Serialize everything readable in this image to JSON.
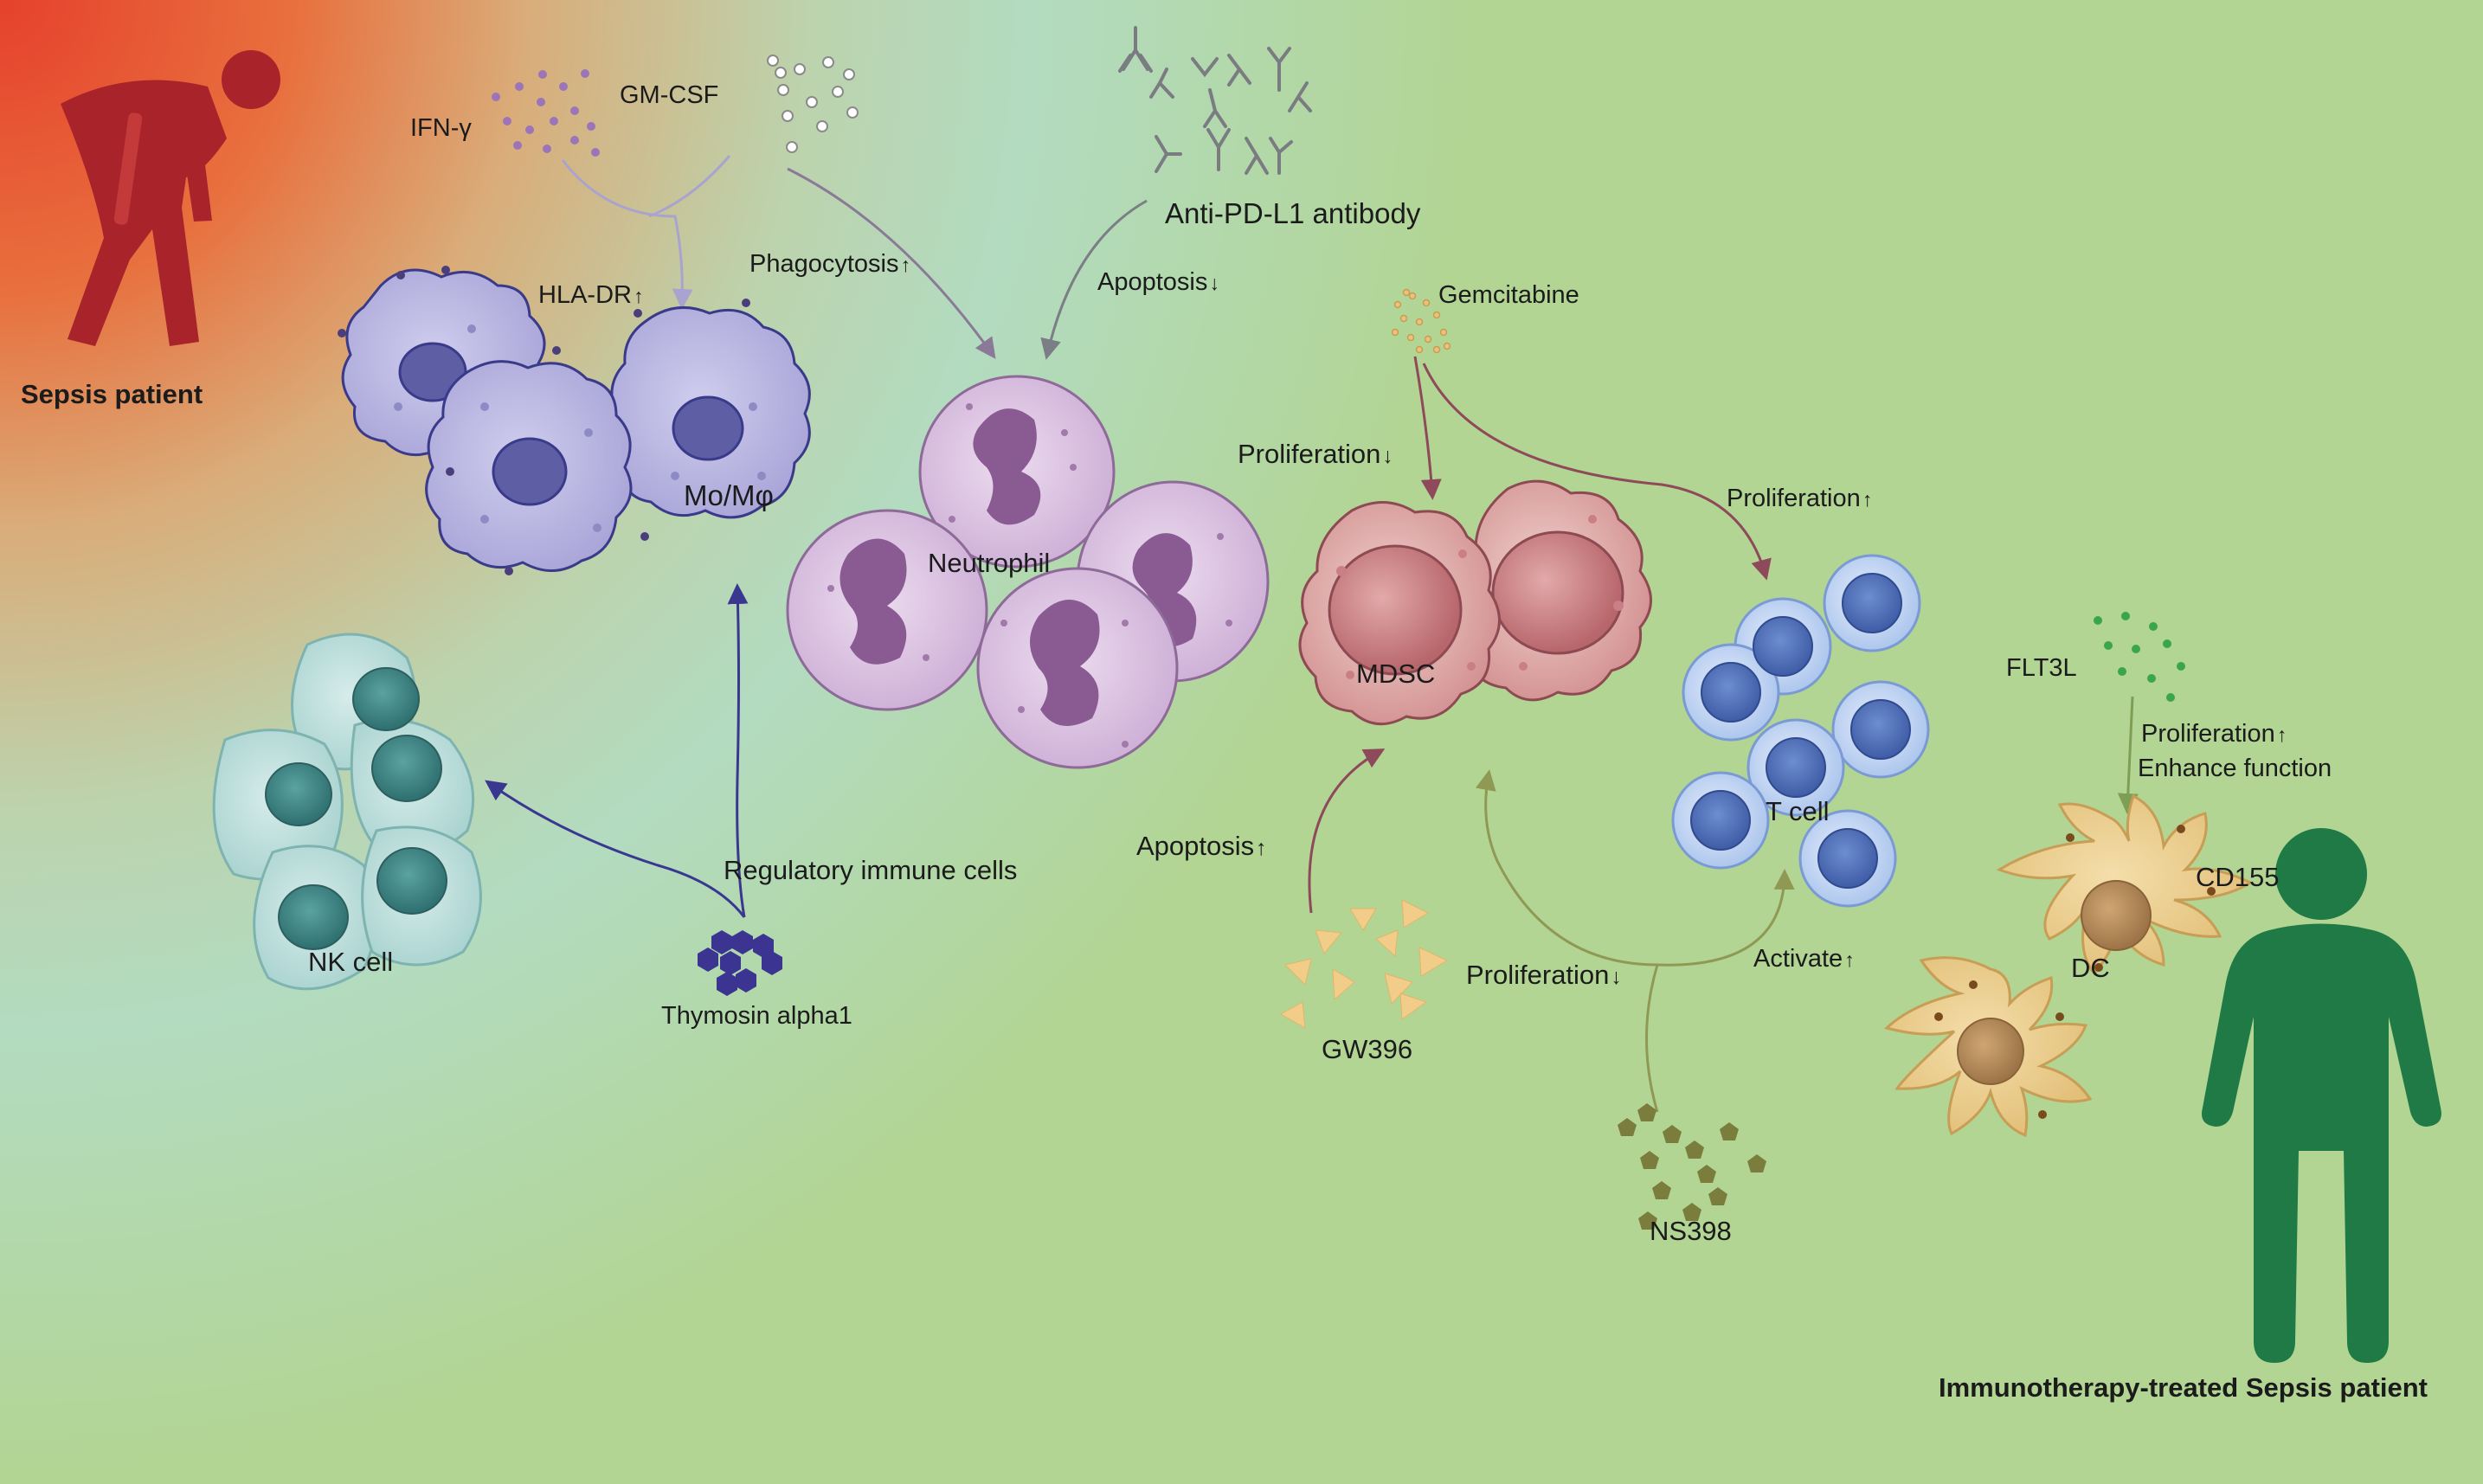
{
  "patients": {
    "sick_label": "Sepsis patient",
    "treated_label": "Immunotherapy-treated Sepsis patient"
  },
  "cytokines": {
    "ifn": "IFN-γ",
    "gmcsf": "GM-CSF",
    "antibody": "Anti-PD-L1 antibody",
    "gemcitabine": "Gemcitabine",
    "flt3l": "FLT3L",
    "thymosin": "Thymosin alpha1",
    "gw396": "GW396",
    "ns398": "NS398"
  },
  "cells": {
    "macrophage": "Mo/Mφ",
    "neutrophil": "Neutrophil",
    "mdsc": "MDSC",
    "tcell": "T cell",
    "nkcell": "NK cell",
    "dc": "DC"
  },
  "effects": {
    "hla": "HLA-DR",
    "hla_arrow": "↑",
    "phago": "Phagocytosis",
    "phago_arrow": "↑",
    "apop_neut": "Apoptosis",
    "apop_neut_arrow": "↓",
    "prolif_mdsc": "Proliferation",
    "prolif_mdsc_arrow": "↓",
    "prolif_t": "Proliferation",
    "prolif_t_arrow": "↑",
    "regulatory": "Regulatory immune cells",
    "apop_mdsc": "Apoptosis",
    "apop_mdsc_arrow": "↑",
    "prolif_ns": "Proliferation",
    "prolif_ns_arrow": "↓",
    "activate": "Activate",
    "activate_arrow": "↑",
    "prolif_dc": "Proliferation",
    "prolif_dc_arrow": "↑",
    "enhance": "Enhance function",
    "cd155": "CD155"
  },
  "colors": {
    "sick_patient": "#a8242a",
    "treated_patient": "#1f7a45",
    "macrophage": "#b9b6e0",
    "neutrophil": "#dcc6e0",
    "mdsc": "#d9999a",
    "tcell": "#b9cfee",
    "nkcell": "#bfdedd",
    "dc": "#e8c98a",
    "thymosin": "#3b3591",
    "gw396": "#f3cf88",
    "ns398": "#7a7d3c",
    "flt3l": "#3aa64a"
  }
}
